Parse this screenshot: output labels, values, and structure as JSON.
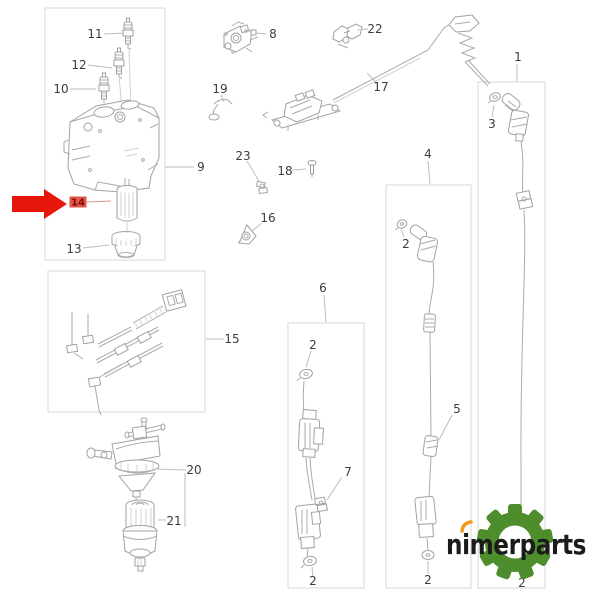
{
  "diagram": {
    "callouts": {
      "1": "1",
      "2": "2",
      "3": "3",
      "4": "4",
      "5": "5",
      "6": "6",
      "7": "7",
      "8": "8",
      "9": "9",
      "10": "10",
      "11": "11",
      "12": "12",
      "13": "13",
      "15": "15",
      "16": "16",
      "17": "17",
      "18": "18",
      "19": "19",
      "20": "20",
      "21": "21",
      "22": "22",
      "23": "23"
    },
    "highlight": {
      "part": "14",
      "arrow_color": "#e8170c",
      "label_bg": "#e25549",
      "label_fg": "#7e0b04",
      "leader_color": "#d9938a"
    },
    "line_color": "#ababab",
    "box_color": "#d7d7d7"
  },
  "watermark": {
    "text": "nimerparts",
    "text_color": "#1b1b1b",
    "gear_color": "#4e8d2c",
    "accent_color": "#f09a1d"
  }
}
